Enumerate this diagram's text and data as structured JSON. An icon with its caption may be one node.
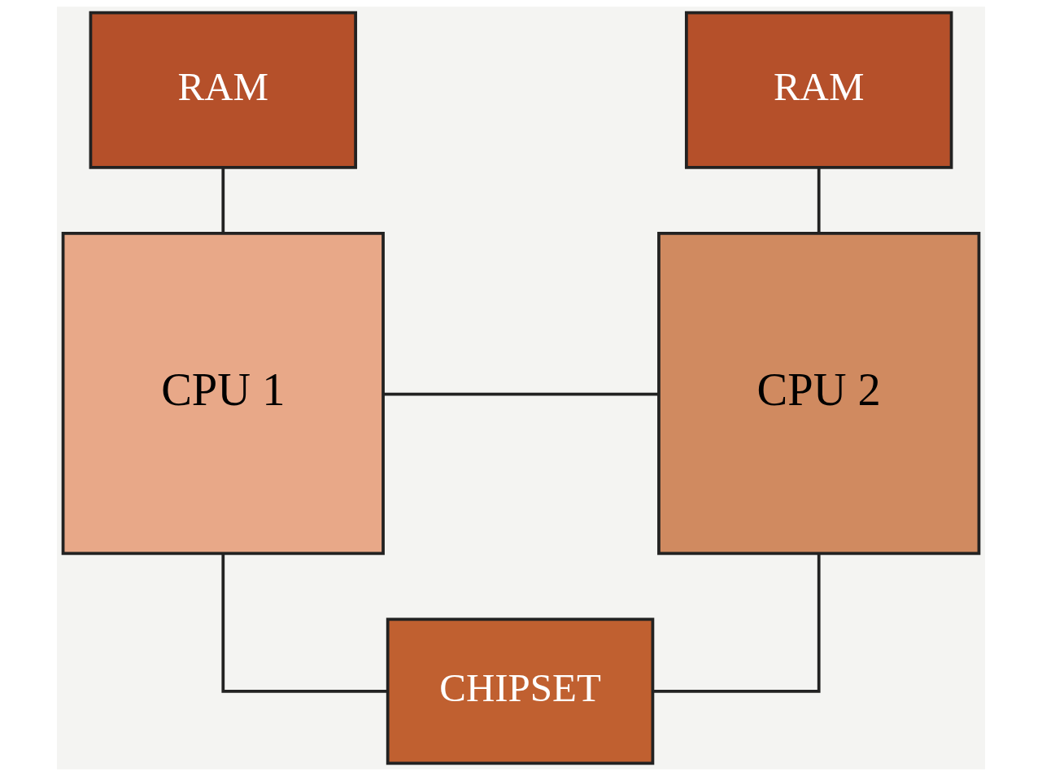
{
  "diagram": {
    "nodes": [
      {
        "text": [
          "RAM"
        ]
      },
      {
        "text": [
          "RAM"
        ]
      },
      {
        "text": [
          "CPU 1"
        ]
      },
      {
        "text": [
          "CPU 2"
        ]
      },
      {
        "text": [
          "CHIPSET"
        ]
      }
    ],
    "edges": [
      {
        "from": 0,
        "to": 2,
        "arrow": "none"
      },
      {
        "from": 1,
        "to": 3,
        "arrow": "none"
      },
      {
        "from": 2,
        "to": 3,
        "arrow": "none"
      },
      {
        "from": 2,
        "to": 4,
        "arrow": "none"
      },
      {
        "from": 3,
        "to": 4,
        "arrow": "none"
      }
    ]
  }
}
